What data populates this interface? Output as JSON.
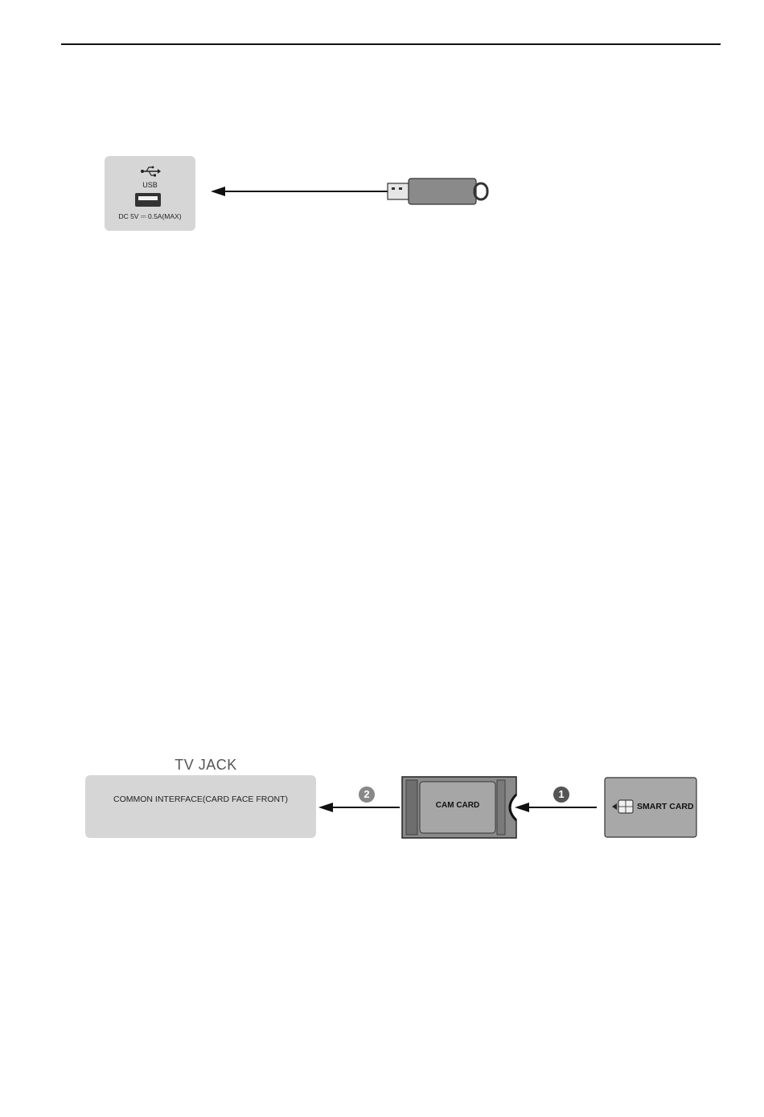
{
  "usb_panel": {
    "label": "USB",
    "spec": "DC 5V ⎓ 0.5A(MAX)"
  },
  "ci_panel": {
    "title": "TV JACK",
    "label": "COMMON INTERFACE(CARD FACE FRONT)"
  },
  "cam_card": {
    "label": "CAM CARD"
  },
  "smart_card": {
    "label": "SMART CARD"
  },
  "steps": {
    "first": "1",
    "second": "2"
  },
  "colors": {
    "panel": "#d6d6d6",
    "arrow": "#111111",
    "card": "#8a8a8a"
  }
}
